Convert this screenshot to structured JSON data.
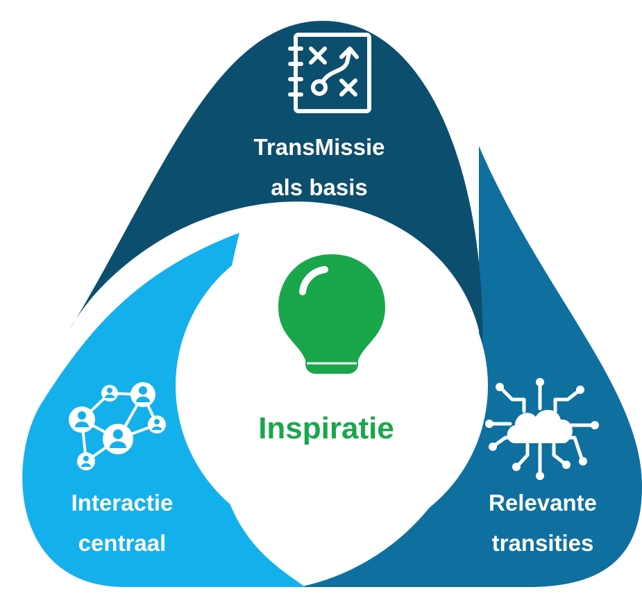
{
  "diagram": {
    "colors": {
      "top_segment": "#0c4e6e",
      "right_segment": "#0f6f9f",
      "left_segment": "#14b0ec",
      "center": "#ffffff",
      "center_text": "#1aa64b",
      "segment_text": "#ffffff"
    },
    "center": {
      "icon": "lightbulb-icon",
      "label": "Inspiratie"
    },
    "segments": {
      "top": {
        "icon": "strategy-plan-icon",
        "line1": "TransMissie",
        "line2": "als basis"
      },
      "left": {
        "icon": "people-network-icon",
        "line1": "Interactie",
        "line2": "centraal"
      },
      "right": {
        "icon": "cloud-network-icon",
        "line1": "Relevante",
        "line2": "transities"
      }
    }
  }
}
